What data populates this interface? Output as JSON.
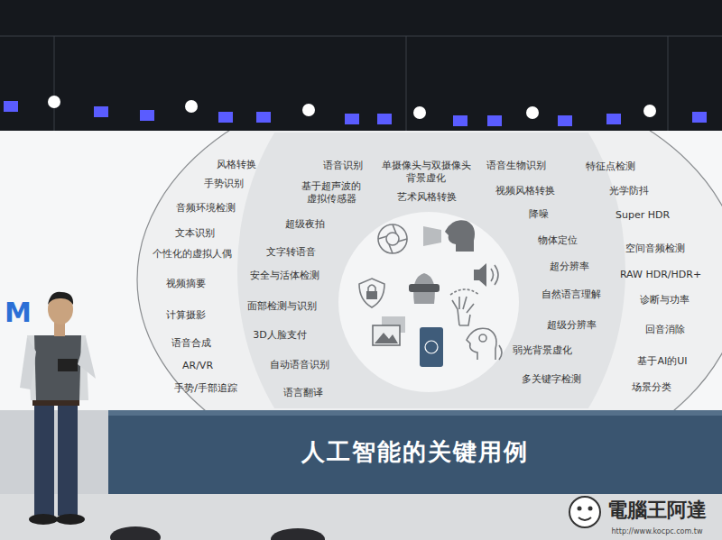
{
  "diagram": {
    "title": "人工智能的关键用例",
    "nodes": [
      {
        "text": [
          "语音识别",
          "基于超声波的 虚拟传感器",
          "超级夜拍",
          "文字转语音",
          "安全与活体检测",
          "面部检测与识别",
          "3D人脸支付",
          "自动语音识别",
          "语言翻译",
          "单摄像头与双摄像头 背景虚化",
          "艺术风格转换",
          "语音生物识别",
          "视频风格转换",
          "降噪",
          "物体定位",
          "超分辨率",
          "自然语言理解",
          "超级分辨率",
          "弱光背景虚化",
          "多关键字检测"
        ]
      }
    ],
    "labels": [
      "风格转换",
      "手势识别",
      "音频环境检测",
      "文本识别",
      "个性化的虚拟人偶",
      "视频摘要",
      "计算摄影",
      "语音合成",
      "AR/VR",
      "手势/手部追踪",
      "特征点检测",
      "光学防抖",
      "Super HDR",
      "空间音频检测",
      "RAW HDR/HDR+",
      "诊断与功率",
      "回音消除",
      "基于AI的UI",
      "场景分类",
      "M",
      "電腦王阿達",
      "http://www.kocpc.com.tw"
    ]
  }
}
